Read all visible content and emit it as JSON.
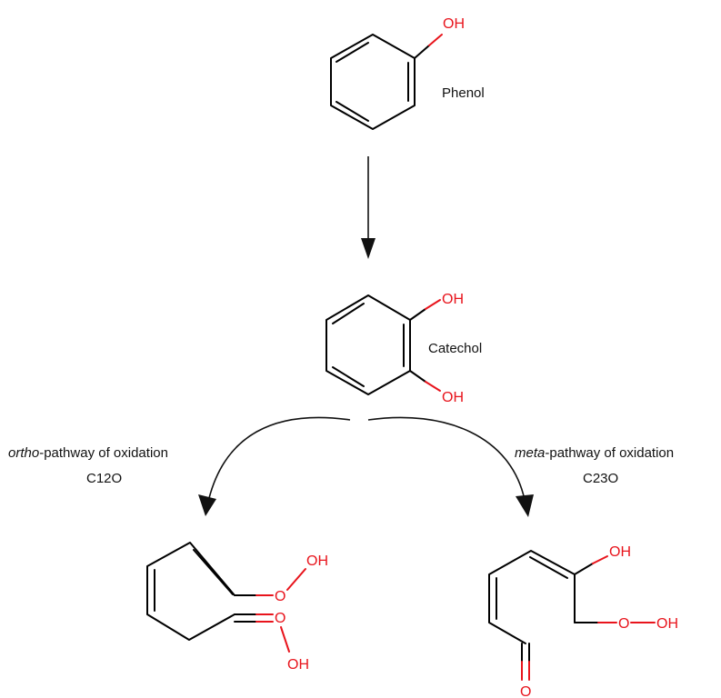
{
  "compounds": {
    "phenol": {
      "name": "Phenol",
      "oh": "OH"
    },
    "catechol": {
      "name": "Catechol",
      "oh_top": "OH",
      "oh_bottom": "OH"
    },
    "ortho_product": {
      "oh_top": "OH",
      "o_chain": "O",
      "o_carbonyl": "O",
      "oh_bottom": "OH"
    },
    "meta_product": {
      "oh_top": "OH",
      "o_chain": "O",
      "oh_right": "OH",
      "o_aldehyde": "O"
    }
  },
  "pathways": {
    "ortho": {
      "prefix": "ortho",
      "suffix": "-pathway of oxidation",
      "enzyme": "C12O"
    },
    "meta": {
      "prefix": "meta",
      "suffix": "-pathway of oxidation",
      "enzyme": "C23O"
    }
  },
  "colors": {
    "bond": "#000000",
    "heteroatom": "#e8141c",
    "arrow": "#111111"
  }
}
